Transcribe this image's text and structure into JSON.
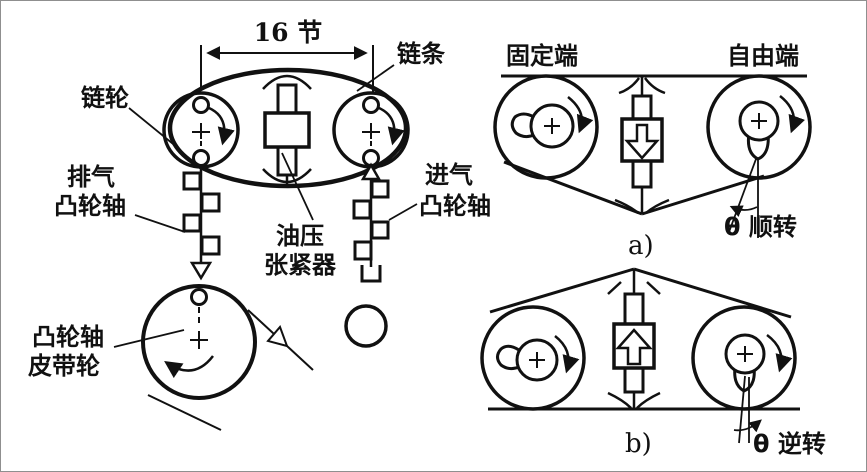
{
  "canvas": {
    "background": "#ffffff",
    "border_color": "#8f8f8f",
    "ink_color": "#111111"
  },
  "left_diagram": {
    "dimension": "16 节",
    "sprocket_label": "链轮",
    "chain_label": "链条",
    "exhaust_cam": {
      "line1": "排气",
      "line2": "凸轮轴"
    },
    "intake_cam": {
      "line1": "进气",
      "line2": "凸轮轴"
    },
    "tensioner": {
      "line1": "油压",
      "line2": "张紧器"
    },
    "pulley": {
      "line1": "凸轮轴",
      "line2": "皮带轮"
    }
  },
  "right_diagram": {
    "fixed_end": "固定端",
    "free_end": "自由端",
    "label_a": "a)",
    "label_b": "b)",
    "theta_forward": "θ 顺转",
    "theta_reverse": "θ 逆转"
  }
}
